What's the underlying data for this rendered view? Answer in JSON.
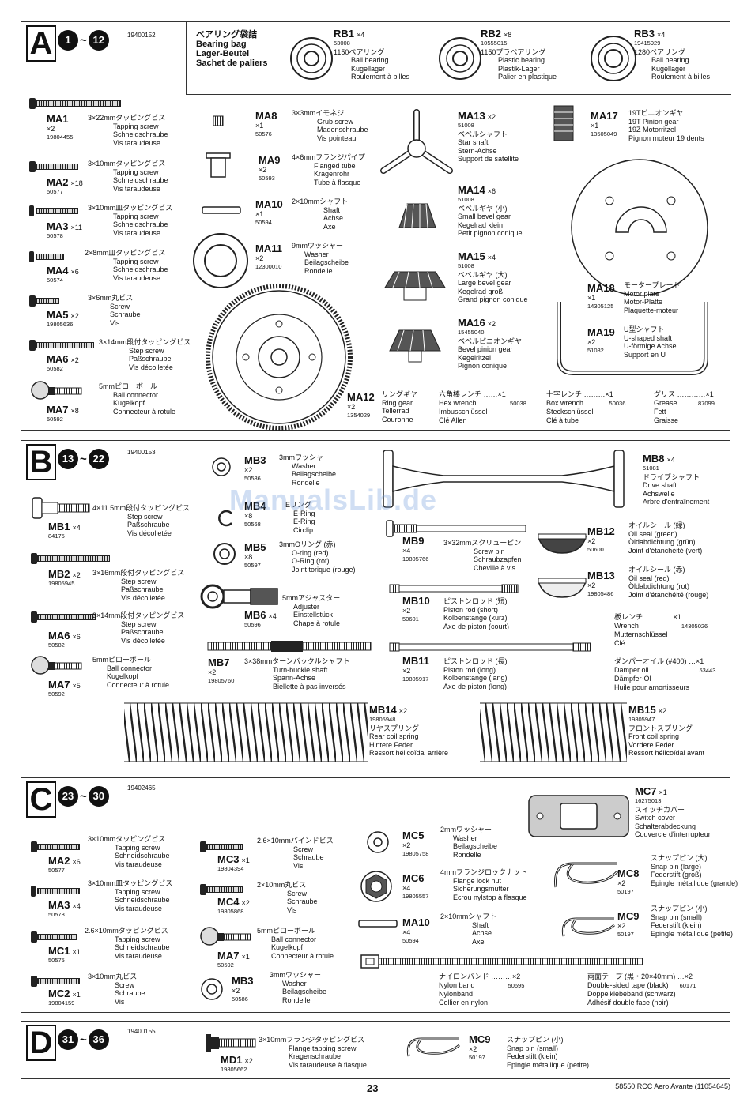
{
  "page_number": "23",
  "footer_title": "58550 RCC Aero Avante (11054645)",
  "watermark": "ManualsLib.de",
  "sections": {
    "A": {
      "letter": "A",
      "from": "1",
      "to": "12",
      "bag_no": "19400152",
      "bearing_bag": {
        "jp": "ベアリング袋詰",
        "en": "Bearing bag",
        "de": "Lager-Beutel",
        "fr": "Sachet de paliers"
      },
      "rb1": {
        "code": "RB1",
        "qty": "×4",
        "num": "53008",
        "jp": "1150ベアリング",
        "en": "Ball bearing",
        "de": "Kugellager",
        "fr": "Roulement à billes"
      },
      "rb2": {
        "code": "RB2",
        "qty": "×8",
        "num": "10555015",
        "jp": "1150プラベアリング",
        "en": "Plastic bearing",
        "de": "Plastik-Lager",
        "fr": "Palier en plastique"
      },
      "rb3": {
        "code": "RB3",
        "qty": "×4",
        "num": "19415929",
        "jp": "1280ベアリング",
        "en": "Ball bearing",
        "de": "Kugellager",
        "fr": "Roulement à billes"
      },
      "ma1": {
        "code": "MA1",
        "qty": "×2",
        "num": "19804455",
        "jp": "3×22mmタッピングビス",
        "en": "Tapping screw",
        "de": "Schneidschraube",
        "fr": "Vis taraudeuse"
      },
      "ma2": {
        "code": "MA2",
        "qty": "×18",
        "num": "50577",
        "jp": "3×10mmタッピングビス",
        "en": "Tapping screw",
        "de": "Schneidschraube",
        "fr": "Vis taraudeuse"
      },
      "ma3": {
        "code": "MA3",
        "qty": "×11",
        "num": "50578",
        "jp": "3×10mm皿タッピングビス",
        "en": "Tapping screw",
        "de": "Schneidschraube",
        "fr": "Vis taraudeuse"
      },
      "ma4": {
        "code": "MA4",
        "qty": "×6",
        "num": "50574",
        "jp": "2×8mm皿タッピングビス",
        "en": "Tapping screw",
        "de": "Schneidschraube",
        "fr": "Vis taraudeuse"
      },
      "ma5": {
        "code": "MA5",
        "qty": "×2",
        "num": "19805636",
        "jp": "3×6mm丸ビス",
        "en": "Screw",
        "de": "Schraube",
        "fr": "Vis"
      },
      "ma6": {
        "code": "MA6",
        "qty": "×2",
        "num": "50582",
        "jp": "3×14mm段付タッピングビス",
        "en": "Step screw",
        "de": "Paßschraube",
        "fr": "Vis décolletée"
      },
      "ma7": {
        "code": "MA7",
        "qty": "×8",
        "num": "50592",
        "jp": "5mmピローボール",
        "en": "Ball connector",
        "de": "Kugelkopf",
        "fr": "Connecteur à rotule"
      },
      "ma8": {
        "code": "MA8",
        "qty": "×1",
        "num": "50576",
        "jp": "3×3mmイモネジ",
        "en": "Grub screw",
        "de": "Madenschraube",
        "fr": "Vis pointeau"
      },
      "ma9": {
        "code": "MA9",
        "qty": "×2",
        "num": "50593",
        "jp": "4×6mmフランジパイプ",
        "en": "Flanged tube",
        "de": "Kragenrohr",
        "fr": "Tube à flasque"
      },
      "ma10": {
        "code": "MA10",
        "qty": "×1",
        "num": "50594",
        "jp": "2×10mmシャフト",
        "en": "Shaft",
        "de": "Achse",
        "fr": "Axe"
      },
      "ma11": {
        "code": "MA11",
        "qty": "×2",
        "num": "12300010",
        "jp": "9mmワッシャー",
        "en": "Washer",
        "de": "Beilagscheibe",
        "fr": "Rondelle"
      },
      "ma12": {
        "code": "MA12",
        "qty": "×2",
        "num": "1354029",
        "jp": "リングギヤ",
        "en": "Ring gear",
        "de": "Tellerrad",
        "fr": "Couronne"
      },
      "ma13": {
        "code": "MA13",
        "qty": "×2",
        "num": "51008",
        "jp": "ベベルシャフト",
        "en": "Star shaft",
        "de": "Stern-Achse",
        "fr": "Support de satellite"
      },
      "ma14": {
        "code": "MA14",
        "qty": "×6",
        "num": "51008",
        "jp": "ベベルギヤ (小)",
        "en": "Small bevel gear",
        "de": "Kegelrad klein",
        "fr": "Petit pignon conique"
      },
      "ma15": {
        "code": "MA15",
        "qty": "×4",
        "num": "51008",
        "jp": "ベベルギヤ (大)",
        "en": "Large bevel gear",
        "de": "Kegelrad groß",
        "fr": "Grand pignon conique"
      },
      "ma16": {
        "code": "MA16",
        "qty": "×2",
        "num": "15455040",
        "jp": "ベベルピニオンギヤ",
        "en": "Bevel pinion gear",
        "de": "Kegelritzel",
        "fr": "Pignon conique"
      },
      "ma17": {
        "code": "MA17",
        "qty": "×1",
        "num": "13505049",
        "jp": "19Tピニオンギヤ",
        "en": "19T Pinion gear",
        "de": "19Z Motorritzel",
        "fr": "Pignon moteur 19 dents"
      },
      "ma18": {
        "code": "MA18",
        "qty": "×1",
        "num": "14305125",
        "jp": "モータープレート",
        "en": "Motor plate",
        "de": "Motor-Platte",
        "fr": "Plaquette-moteur"
      },
      "ma19": {
        "code": "MA19",
        "qty": "×2",
        "num": "51082",
        "jp": "U型シャフト",
        "en": "U-shaped shaft",
        "de": "U-förmige Achse",
        "fr": "Support en U"
      },
      "hex": {
        "jp": "六角棒レンチ ……×1",
        "en": "Hex wrench",
        "num": "50038",
        "de": "Imbusschlüssel",
        "fr": "Clé Allen"
      },
      "box": {
        "jp": "十字レンチ ………×1",
        "en": "Box wrench",
        "num": "50036",
        "de": "Steckschlüssel",
        "fr": "Clé à tube"
      },
      "grease": {
        "jp": "グリス …………×1",
        "en": "Grease",
        "num": "87099",
        "de": "Fett",
        "fr": "Graisse"
      }
    },
    "B": {
      "letter": "B",
      "from": "13",
      "to": "22",
      "bag_no": "19400153",
      "mb1": {
        "code": "MB1",
        "qty": "×4",
        "num": "84175",
        "jp": "4×11.5mm段付タッピングビス",
        "en": "Step screw",
        "de": "Paßschraube",
        "fr": "Vis décolletée"
      },
      "mb2": {
        "code": "MB2",
        "qty": "×2",
        "num": "19805945",
        "jp": "3×16mm段付タッピングビス",
        "en": "Step screw",
        "de": "Paßschraube",
        "fr": "Vis décolletée"
      },
      "ma6": {
        "code": "MA6",
        "qty": "×6",
        "num": "50582",
        "jp": "3×14mm段付タッピングビス",
        "en": "Step screw",
        "de": "Paßschraube",
        "fr": "Vis décolletée"
      },
      "ma7": {
        "code": "MA7",
        "qty": "×5",
        "num": "50592",
        "jp": "5mmピローボール",
        "en": "Ball connector",
        "de": "Kugelkopf",
        "fr": "Connecteur à rotule"
      },
      "mb3": {
        "code": "MB3",
        "qty": "×2",
        "num": "50586",
        "jp": "3mmワッシャー",
        "en": "Washer",
        "de": "Beilagscheibe",
        "fr": "Rondelle"
      },
      "mb4": {
        "code": "MB4",
        "qty": "×8",
        "num": "50568",
        "jp": "Eリング",
        "en": "E-Ring",
        "de": "E-Ring",
        "fr": "Circlip"
      },
      "mb5": {
        "code": "MB5",
        "qty": "×8",
        "num": "50597",
        "jp": "3mmOリング (赤)",
        "en": "O-ring (red)",
        "de": "O-Ring (rot)",
        "fr": "Joint torique (rouge)"
      },
      "mb6": {
        "code": "MB6",
        "qty": "×4",
        "num": "50596",
        "jp": "5mmアジャスター",
        "en": "Adjuster",
        "de": "Einstellstück",
        "fr": "Chape à rotule"
      },
      "mb7": {
        "code": "MB7",
        "qty": "×2",
        "num": "19805760",
        "jp": "3×38mmターンバックルシャフト",
        "en": "Turn-buckle shaft",
        "de": "Spann-Achse",
        "fr": "Biellette à pas inversés"
      },
      "mb8": {
        "code": "MB8",
        "qty": "×4",
        "num": "51081",
        "jp": "ドライブシャフト",
        "en": "Drive shaft",
        "de": "Achswelle",
        "fr": "Arbre d'entraînement"
      },
      "mb9": {
        "code": "MB9",
        "qty": "×4",
        "num": "19805766",
        "jp": "3×32mmスクリューピン",
        "en": "Screw pin",
        "de": "Schraubzapfen",
        "fr": "Cheville à vis"
      },
      "mb10": {
        "code": "MB10",
        "qty": "×2",
        "num": "50601",
        "jp": "ピストンロッド (短)",
        "en": "Piston rod (short)",
        "de": "Kolbenstange (kurz)",
        "fr": "Axe de piston (court)"
      },
      "mb11": {
        "code": "MB11",
        "qty": "×2",
        "num": "19805917",
        "jp": "ピストンロッド (長)",
        "en": "Piston rod (long)",
        "de": "Kolbenstange (lang)",
        "fr": "Axe de piston (long)"
      },
      "mb12": {
        "code": "MB12",
        "qty": "×2",
        "num": "50600",
        "jp": "オイルシール (緑)",
        "en": "Oil seal (green)",
        "de": "Öldabdichtung (grün)",
        "fr": "Joint d'étanchéité (vert)"
      },
      "mb13": {
        "code": "MB13",
        "qty": "×2",
        "num": "19805486",
        "jp": "オイルシール (赤)",
        "en": "Oil seal (red)",
        "de": "Öldabdichtung (rot)",
        "fr": "Joint d'étanchéité (rouge)"
      },
      "mb14": {
        "code": "MB14",
        "qty": "×2",
        "num": "19805948",
        "jp": "リヤスプリング",
        "en": "Rear coil spring",
        "de": "Hintere Feder",
        "fr": "Ressort hélicoïdal arrière"
      },
      "mb15": {
        "code": "MB15",
        "qty": "×2",
        "num": "19805947",
        "jp": "フロントスプリング",
        "en": "Front coil spring",
        "de": "Vordere Feder",
        "fr": "Ressort hélicoïdal avant"
      },
      "wrench": {
        "jp": "板レンチ …………×1",
        "en": "Wrench",
        "num": "14305026",
        "de": "Mutternschlüssel",
        "fr": "Clé"
      },
      "oil": {
        "jp": "ダンパーオイル (#400) …×1",
        "en": "Damper oil",
        "num": "53443",
        "de": "Dämpfer-Öl",
        "fr": "Huile pour amortisseurs"
      }
    },
    "C": {
      "letter": "C",
      "from": "23",
      "to": "30",
      "bag_no": "19402465",
      "ma2": {
        "code": "MA2",
        "qty": "×6",
        "num": "50577",
        "jp": "3×10mmタッピングビス",
        "en": "Tapping screw",
        "de": "Schneidschraube",
        "fr": "Vis taraudeuse"
      },
      "ma3": {
        "code": "MA3",
        "qty": "×4",
        "num": "50578",
        "jp": "3×10mm皿タッピングビス",
        "en": "Tapping screw",
        "de": "Schneidschraube",
        "fr": "Vis taraudeuse"
      },
      "mc1": {
        "code": "MC1",
        "qty": "×1",
        "num": "50575",
        "jp": "2.6×10mmタッピングビス",
        "en": "Tapping screw",
        "de": "Schneidschraube",
        "fr": "Vis taraudeuse"
      },
      "mc2": {
        "code": "MC2",
        "qty": "×1",
        "num": "19804159",
        "jp": "3×10mm丸ビス",
        "en": "Screw",
        "de": "Schraube",
        "fr": "Vis"
      },
      "mc3": {
        "code": "MC3",
        "qty": "×1",
        "num": "19804394",
        "jp": "2.6×10mmバインドビス",
        "en": "Screw",
        "de": "Schraube",
        "fr": "Vis"
      },
      "mc4": {
        "code": "MC4",
        "qty": "×2",
        "num": "19805868",
        "jp": "2×10mm丸ビス",
        "en": "Screw",
        "de": "Schraube",
        "fr": "Vis"
      },
      "ma7": {
        "code": "MA7",
        "qty": "×1",
        "num": "50592",
        "jp": "5mmピローボール",
        "en": "Ball connector",
        "de": "Kugelkopf",
        "fr": "Connecteur à rotule"
      },
      "mb3": {
        "code": "MB3",
        "qty": "×2",
        "num": "50586",
        "jp": "3mmワッシャー",
        "en": "Washer",
        "de": "Beilagscheibe",
        "fr": "Rondelle"
      },
      "mc5": {
        "code": "MC5",
        "qty": "×2",
        "num": "19805758",
        "jp": "2mmワッシャー",
        "en": "Washer",
        "de": "Beilagscheibe",
        "fr": "Rondelle"
      },
      "mc6": {
        "code": "MC6",
        "qty": "×4",
        "num": "19805557",
        "jp": "4mmフランジロックナット",
        "en": "Flange lock nut",
        "de": "Sicherungsmutter",
        "fr": "Ecrou nylstop à flasque"
      },
      "ma10": {
        "code": "MA10",
        "qty": "×4",
        "num": "50594",
        "jp": "2×10mmシャフト",
        "en": "Shaft",
        "de": "Achse",
        "fr": "Axe"
      },
      "mc7": {
        "code": "MC7",
        "qty": "×1",
        "num": "16275013",
        "jp": "スイッチカバー",
        "en": "Switch cover",
        "de": "Schalterabdeckung",
        "fr": "Couvercle d'interrupteur"
      },
      "mc8": {
        "code": "MC8",
        "qty": "×2",
        "num": "50197",
        "jp": "スナップピン (大)",
        "en": "Snap pin (large)",
        "de": "Federstift (groß)",
        "fr": "Epingle métallique (grande)"
      },
      "mc9": {
        "code": "MC9",
        "qty": "×2",
        "num": "50197",
        "jp": "スナップピン (小)",
        "en": "Snap pin (small)",
        "de": "Federstift (klein)",
        "fr": "Epingle métallique (petite)"
      },
      "band": {
        "jp": "ナイロンバンド ………×2",
        "en": "Nylon band",
        "num": "50695",
        "de": "Nylonband",
        "fr": "Collier en nylon"
      },
      "tape": {
        "jp": "両面テープ (黒・20×40mm) …×2",
        "en": "Double-sided tape (black)",
        "num": "60171",
        "de": "Doppelklebeband (schwarz)",
        "fr": "Adhésif double face (noir)"
      }
    },
    "D": {
      "letter": "D",
      "from": "31",
      "to": "36",
      "bag_no": "19400155",
      "md1": {
        "code": "MD1",
        "qty": "×2",
        "num": "19805662",
        "jp": "3×10mmフランジタッピングビス",
        "en": "Flange tapping screw",
        "de": "Kragenschraube",
        "fr": "Vis taraudeuse à flasque"
      },
      "mc9": {
        "code": "MC9",
        "qty": "×2",
        "num": "50197",
        "jp": "スナップピン (小)",
        "en": "Snap pin (small)",
        "de": "Federstift (klein)",
        "fr": "Epingle métallique (petite)"
      }
    }
  }
}
